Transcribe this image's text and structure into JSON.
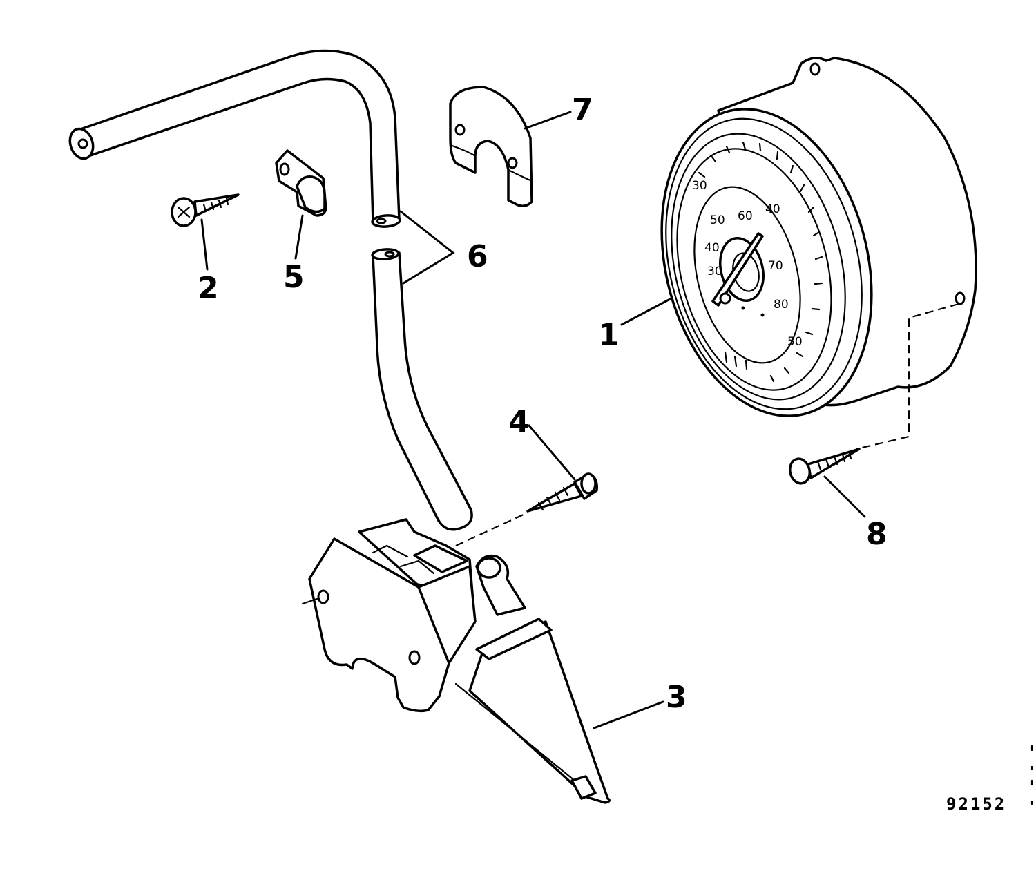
{
  "callouts": [
    {
      "id": "1",
      "text": "1"
    },
    {
      "id": "2",
      "text": "2"
    },
    {
      "id": "3",
      "text": "3"
    },
    {
      "id": "4",
      "text": "4"
    },
    {
      "id": "5",
      "text": "5"
    },
    {
      "id": "6",
      "text": "6"
    },
    {
      "id": "7",
      "text": "7"
    },
    {
      "id": "8",
      "text": "8"
    }
  ],
  "gauge_numbers": {
    "outer_30": "30",
    "outer_40": "40",
    "mid_50": "50",
    "mid_60": "60",
    "mid_40": "40",
    "mid_30": "30",
    "mid_70": "70",
    "mid_80": "80",
    "outer_50": "50"
  },
  "figure_number": "92152",
  "colors": {
    "ink": "#000000",
    "paper": "#ffffff"
  }
}
